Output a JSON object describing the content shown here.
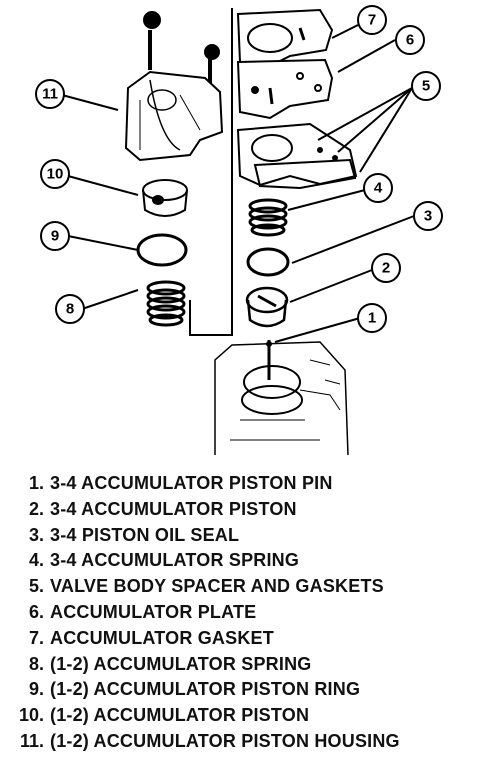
{
  "diagram": {
    "callouts": [
      "1",
      "2",
      "3",
      "4",
      "5",
      "6",
      "7",
      "8",
      "9",
      "10",
      "11"
    ],
    "legend": [
      {
        "num": "1.",
        "label": "3-4 ACCUMULATOR PISTON PIN"
      },
      {
        "num": "2.",
        "label": "3-4 ACCUMULATOR PISTON"
      },
      {
        "num": "3.",
        "label": "3-4 PISTON OIL SEAL"
      },
      {
        "num": "4.",
        "label": "3-4 ACCUMULATOR SPRING"
      },
      {
        "num": "5.",
        "label": "VALVE BODY SPACER AND GASKETS"
      },
      {
        "num": "6.",
        "label": "ACCUMULATOR PLATE"
      },
      {
        "num": "7.",
        "label": "ACCUMULATOR GASKET"
      },
      {
        "num": "8.",
        "label": "(1-2) ACCUMULATOR SPRING"
      },
      {
        "num": "9.",
        "label": "(1-2) ACCUMULATOR PISTON RING"
      },
      {
        "num": "10.",
        "label": "(1-2) ACCUMULATOR PISTON"
      },
      {
        "num": "11.",
        "label": "(1-2) ACCUMULATOR PISTON HOUSING"
      }
    ]
  }
}
